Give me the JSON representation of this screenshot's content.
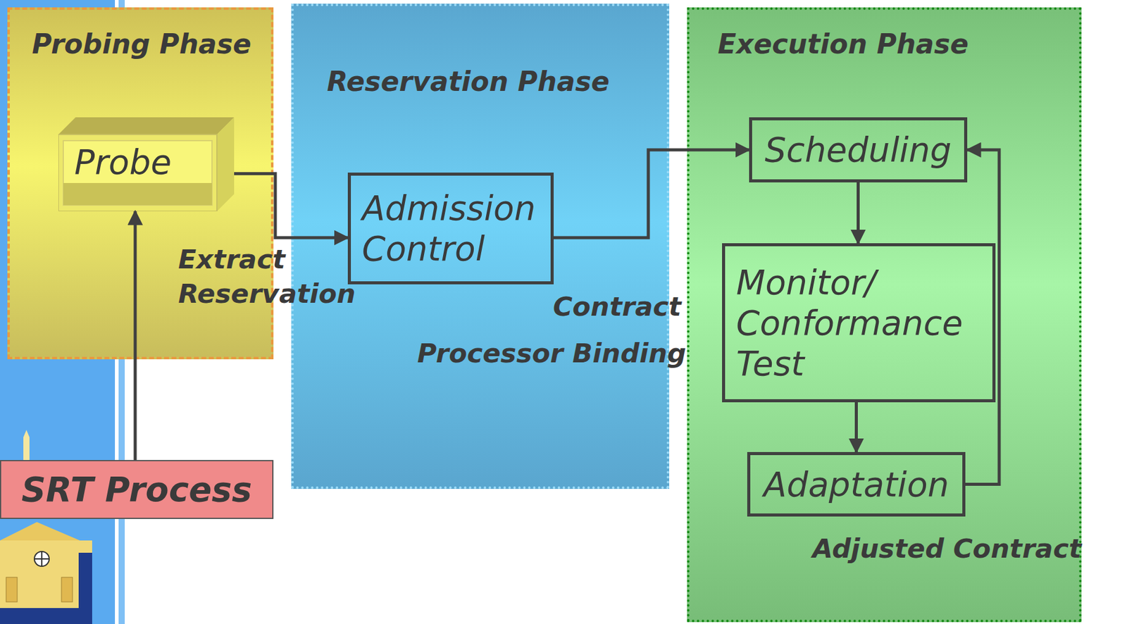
{
  "diagram": {
    "nodes": [
      {
        "text": [
          "Probing Phase"
        ]
      },
      {
        "text": [
          "Probe"
        ],
        "in": 0
      },
      {
        "text": [
          "Reservation Phase"
        ]
      },
      {
        "text": [
          "Admission Control"
        ],
        "in": 2
      },
      {
        "text": [
          "Execution Phase"
        ]
      },
      {
        "text": [
          "Scheduling"
        ],
        "in": 4
      },
      {
        "text": [
          "Monitor/ Conformance Test"
        ],
        "in": 4
      },
      {
        "text": [
          "Adaptation"
        ],
        "in": 4
      },
      {
        "text": [
          "SRT Process"
        ]
      }
    ],
    "edges": [
      {
        "from": 8,
        "to": 1,
        "arrow": "to"
      },
      {
        "from": 1,
        "to": 3,
        "label": "Extract Reservation",
        "arrow": "to"
      },
      {
        "from": 3,
        "to": 5,
        "label": "Contract",
        "arrow": "to"
      },
      {
        "from": 5,
        "to": 6,
        "arrow": "to"
      },
      {
        "from": 6,
        "to": 7,
        "arrow": "to"
      },
      {
        "from": 7,
        "to": 5,
        "label": "Adjusted Contract",
        "arrow": "to"
      }
    ],
    "labels": [
      "Processor Binding"
    ]
  }
}
